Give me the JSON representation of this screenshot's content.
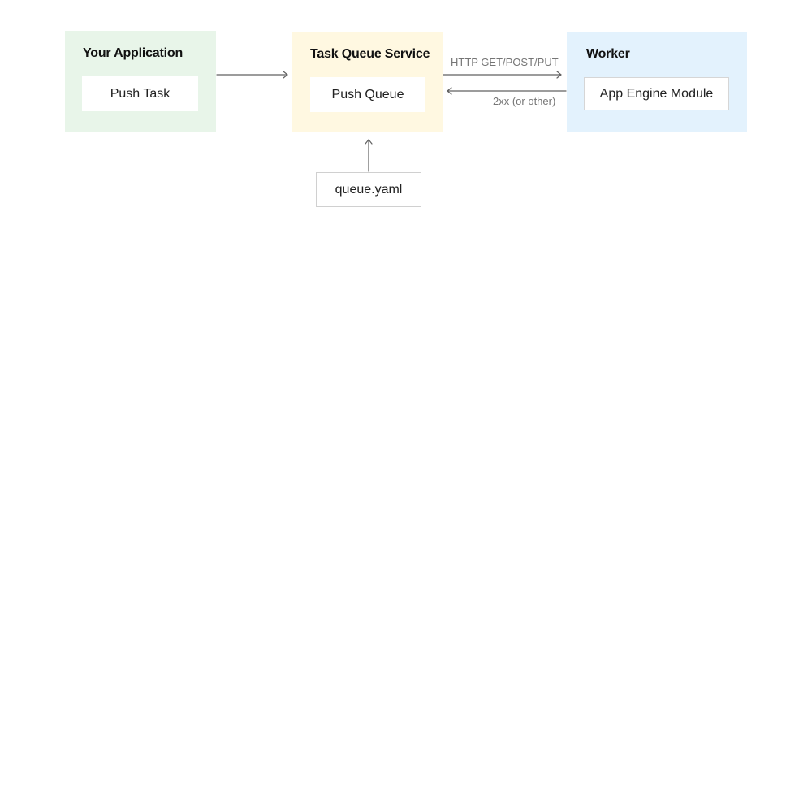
{
  "panels": {
    "application": {
      "title": "Your Application",
      "card": "Push Task",
      "color": "#e8f5e9"
    },
    "task_queue_service": {
      "title": "Task Queue Service",
      "card": "Push Queue",
      "color": "#fff8e1"
    },
    "worker": {
      "title": "Worker",
      "card": "App Engine Module",
      "color": "#e3f2fd"
    }
  },
  "config_file": {
    "label": "queue.yaml"
  },
  "connections": {
    "request_label": "HTTP GET/POST/PUT",
    "response_label": "2xx (or other)"
  }
}
